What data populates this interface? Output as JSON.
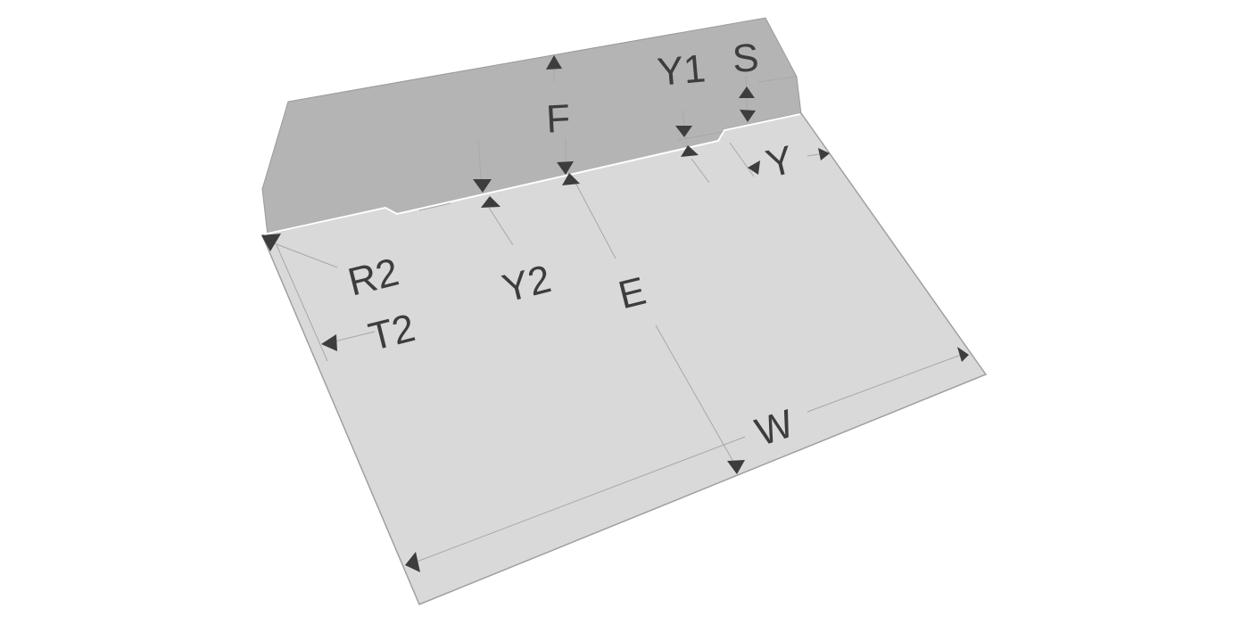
{
  "diagram": {
    "type": "dimension-drawing",
    "subject": "folder sheet with back tab",
    "colors": {
      "background": "#ffffff",
      "back_panel": "#b4b4b4",
      "front_panel": "#d9d9d9",
      "edge": "#9a9a9a",
      "highlight_edge": "#ffffff",
      "label": "#3d3d3d",
      "extension_line": "#a8a8a8"
    },
    "labels": {
      "F": "F",
      "Y1": "Y1",
      "S": "S",
      "Y": "Y",
      "R2": "R2",
      "Y2": "Y2",
      "E": "E",
      "T2": "T2",
      "W": "W"
    }
  }
}
